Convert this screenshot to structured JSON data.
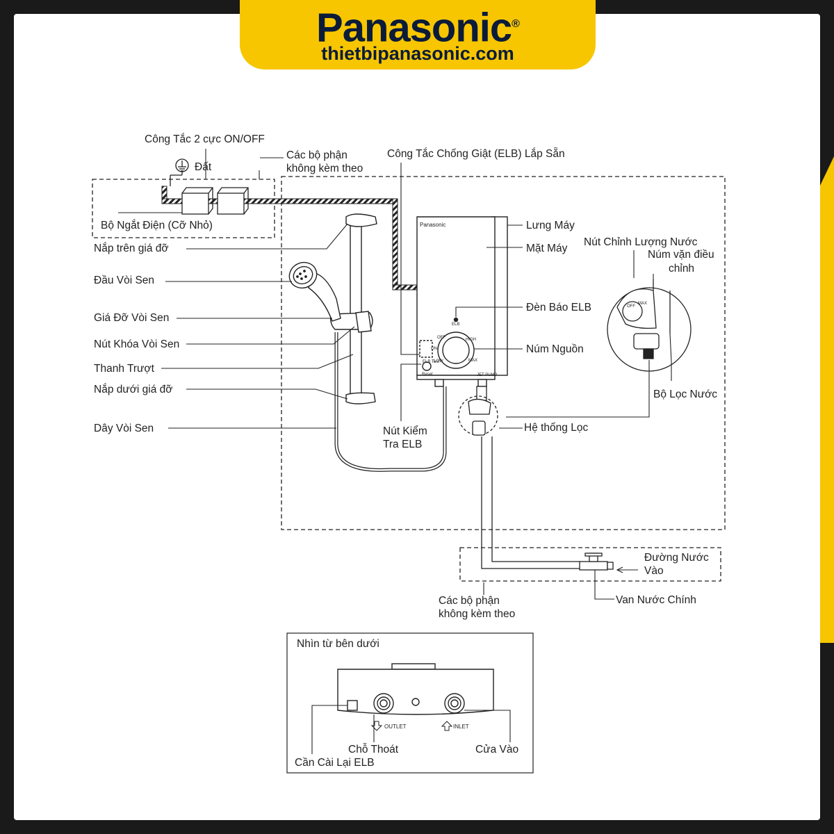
{
  "header": {
    "brand": "Panasonic",
    "registered_mark": "®",
    "website": "thietbipanasonic.com"
  },
  "diagram": {
    "labels": {
      "switch_2pole": "Công Tắc 2 cực ON/OFF",
      "ground": "Đất",
      "parts_not_included_top_line1": "Các bộ phận",
      "parts_not_included_top_line2": "không kèm theo",
      "elb_builtin": "Công Tắc Chống Giật (ELB) Lắp Sẵn",
      "breaker": "Bộ Ngắt Điện (Cỡ Nhỏ)",
      "top_cap": "Nắp trên giá đỡ",
      "shower_head": "Đầu Vòi Sen",
      "shower_holder": "Giá Đỡ Vòi Sen",
      "lock_button": "Nút Khóa Vòi Sen",
      "slide_bar": "Thanh Trượt",
      "bottom_cap": "Nắp dưới giá đỡ",
      "shower_hose": "Dây Vòi Sen",
      "back_cover": "Lưng Máy",
      "front_cover": "Mặt Máy",
      "flow_adjust": "Nút Chỉnh Lượng Nước",
      "knob_line1": "Núm vặn điều",
      "knob_line2": "chỉnh",
      "elb_lamp": "Đèn Báo ELB",
      "power_knob": "Núm Nguồn",
      "water_filter": "Bộ Lọc Nước",
      "filter_system": "Hệ thống Lọc",
      "elb_test_line1": "Nút Kiểm",
      "elb_test_line2": "Tra ELB",
      "water_in_line1": "Đường Nước",
      "water_in_line2": "Vào",
      "main_valve": "Van Nước Chính",
      "parts_not_included_bottom_line1": "Các bộ phận",
      "parts_not_included_bottom_line2": "không kèm theo",
      "device_brand": "Panasonic",
      "jet_pump": "JET PUMP",
      "elb_mark": "ELB",
      "reset_mark": "Reset",
      "elb_test_mark": "ELB Test",
      "dial_off": "OFF",
      "dial_on": "ON",
      "dial_low": "LOW",
      "dial_high": "HIGH",
      "dial_max": "MAX",
      "flow_off": "OFF",
      "flow_max": "MAX"
    },
    "inset": {
      "title": "Nhìn từ bên dưới",
      "outlet_mark": "OUTLET",
      "inlet_mark": "INLET",
      "outlet": "Chỗ Thoát",
      "inlet": "Cửa Vào",
      "elb_reset_lever": "Cần Cài Lại ELB"
    }
  },
  "colors": {
    "accent_yellow": "#f7c600",
    "brand_navy": "#0b1b3a",
    "line": "#222222",
    "background": "#1a1a1a"
  }
}
